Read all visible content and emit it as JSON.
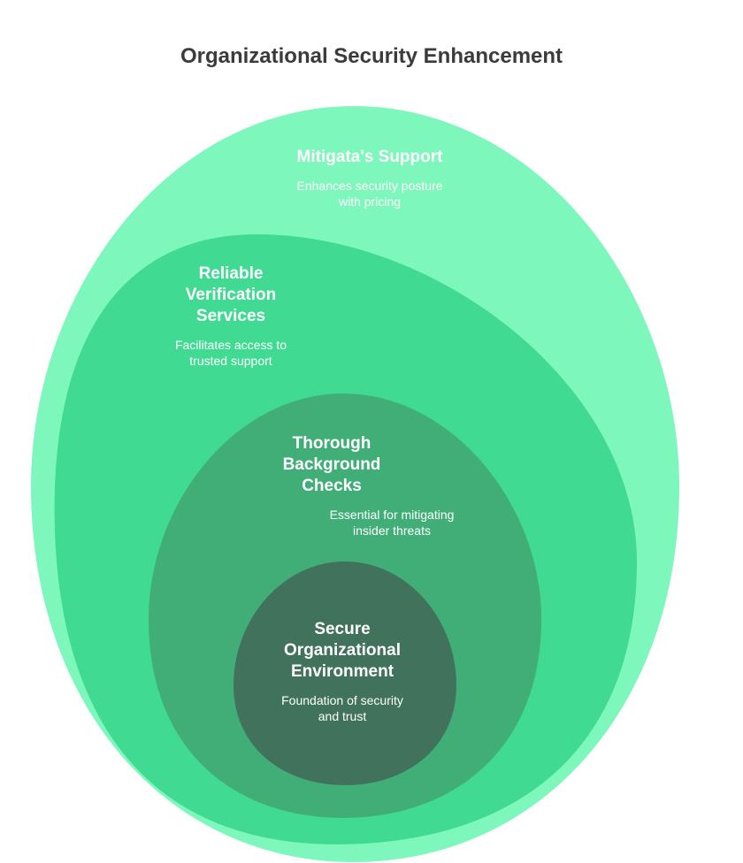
{
  "title": "Organizational Security Enhancement",
  "colors": {
    "outer": "#7df7bb",
    "second": "#41da92",
    "third": "#41ae78",
    "inner": "#41735c",
    "text": "#ffffff",
    "title": "#3b3b3b"
  },
  "layers": [
    {
      "heading": "Mitigata's Support",
      "description_line1": "Enhances security posture",
      "description_line2": "with pricing"
    },
    {
      "heading_line1": "Reliable",
      "heading_line2": "Verification",
      "heading_line3": "Services",
      "description_line1": "Facilitates access to",
      "description_line2": "trusted support"
    },
    {
      "heading_line1": "Thorough",
      "heading_line2": "Background",
      "heading_line3": "Checks",
      "description_line1": "Essential for mitigating",
      "description_line2": "insider threats"
    },
    {
      "heading_line1": "Secure",
      "heading_line2": "Organizational",
      "heading_line3": "Environment",
      "description_line1": "Foundation of security",
      "description_line2": "and trust"
    }
  ]
}
